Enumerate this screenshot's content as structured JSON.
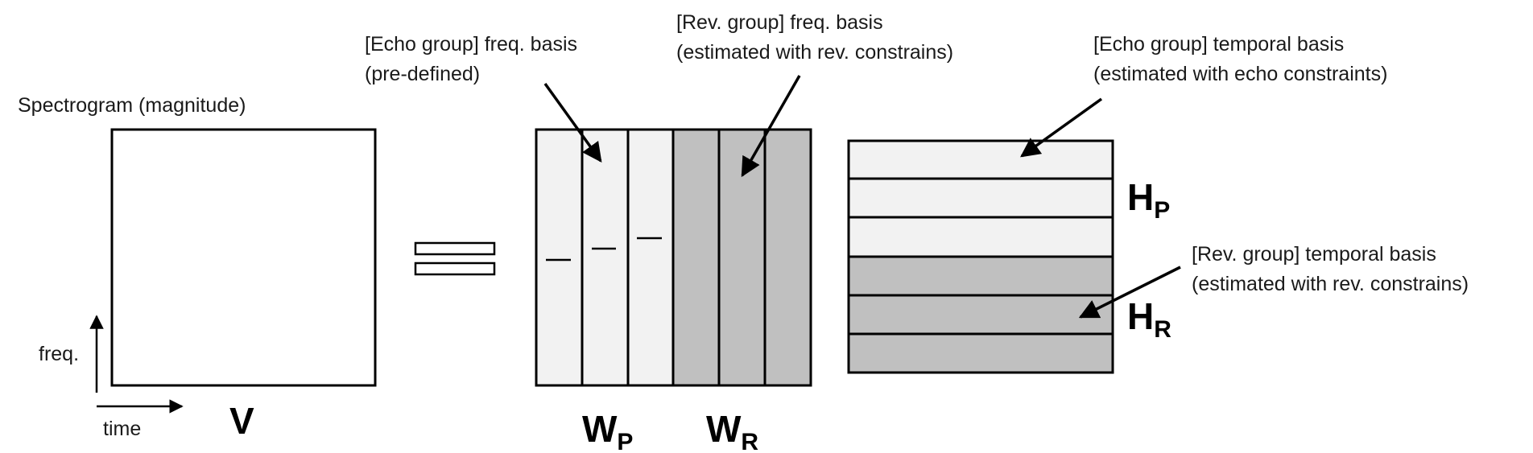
{
  "labels": {
    "spectrogram": "Spectrogram (magnitude)",
    "freq_axis": "freq.",
    "time_axis": "time",
    "echo_freq_line1": "[Echo group] freq. basis",
    "echo_freq_line2": "(pre-defined)",
    "rev_freq_line1": "[Rev. group] freq. basis",
    "rev_freq_line2": "(estimated with rev. constrains)",
    "echo_temp_line1": "[Echo group] temporal basis",
    "echo_temp_line2": "(estimated with echo constraints)",
    "rev_temp_line1": "[Rev. group] temporal basis",
    "rev_temp_line2": "(estimated with rev. constrains)"
  },
  "symbols": {
    "V": "V",
    "W": "W",
    "H": "H",
    "sub_P": "P",
    "sub_R": "R"
  },
  "colors": {
    "echo_fill": "#f2f2f2",
    "rev_fill": "#c0c0c0",
    "stroke": "#000000"
  }
}
